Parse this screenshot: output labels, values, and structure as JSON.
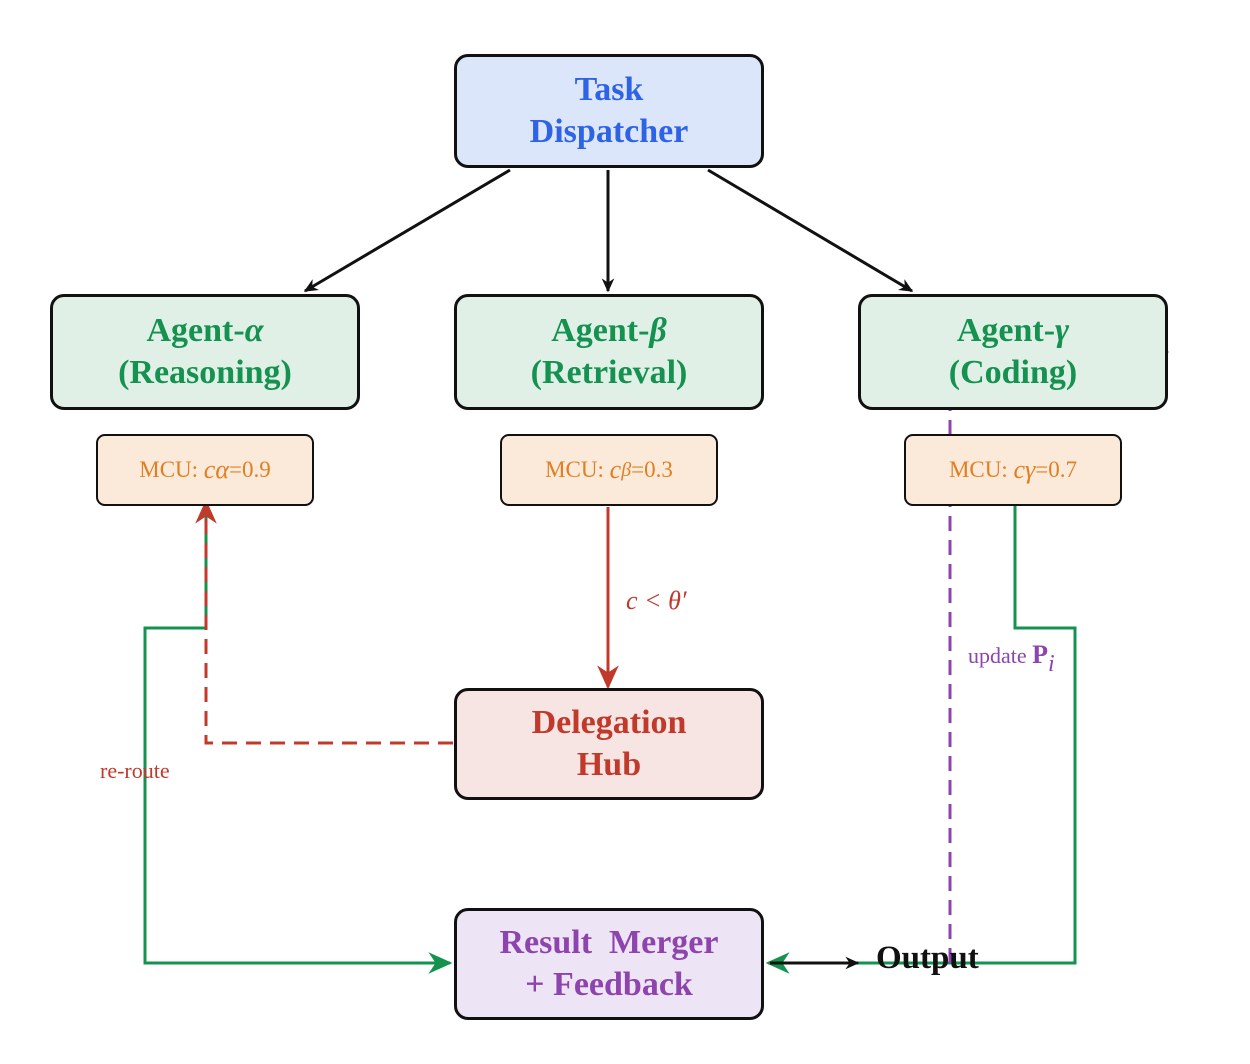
{
  "dispatcher": {
    "line1": "Task",
    "line2": "Dispatcher"
  },
  "agents": [
    {
      "name": "Agent-",
      "greek": "α",
      "role": "(Reasoning)"
    },
    {
      "name": "Agent-",
      "greek": "β",
      "role": "(Retrieval)"
    },
    {
      "name": "Agent-",
      "greek": "γ",
      "role": "(Coding)"
    }
  ],
  "mcu": [
    {
      "prefix": "MCU: ",
      "var": "c",
      "sub": "α",
      "value": "=0.9"
    },
    {
      "prefix": "MCU: ",
      "var": "c",
      "sub": "β",
      "value": "=0.3"
    },
    {
      "prefix": "MCU: ",
      "var": "c",
      "sub": "γ",
      "value": "=0.7"
    }
  ],
  "delegation_hub": {
    "line1": "Delegation",
    "line2": "Hub"
  },
  "merger": {
    "line1": "Result  Merger",
    "line2": "+ Feedback"
  },
  "labels": {
    "threshold": "c < θ′",
    "reroute": "re-route",
    "update_text": "update ",
    "update_var": "P",
    "update_sub": "i",
    "output": "Output"
  },
  "colors": {
    "dispatcher_fill": "#dce6fb",
    "dispatcher_text": "#2f63e6",
    "agent_fill": "#e0f0e7",
    "agent_text": "#15924f",
    "mcu_fill": "#fbe9da",
    "mcu_text": "#e07f20",
    "hub_fill": "#f6e5e3",
    "hub_text": "#c0392b",
    "merger_fill": "#ede4f5",
    "merger_text": "#8e44ad",
    "green_edge": "#14934f",
    "red_edge": "#c0392b",
    "purple_edge": "#8e44ad"
  }
}
